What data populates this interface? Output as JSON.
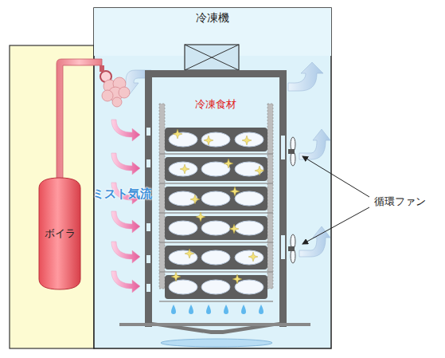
{
  "diagram": {
    "nodes": [
      {
        "text": [
          "冷凍機"
        ]
      },
      {
        "text": [
          "冷凍食材"
        ]
      },
      {
        "text": [
          "ボイラ"
        ]
      }
    ],
    "labels": [
      "ミスト気流",
      "循環ファン"
    ]
  }
}
